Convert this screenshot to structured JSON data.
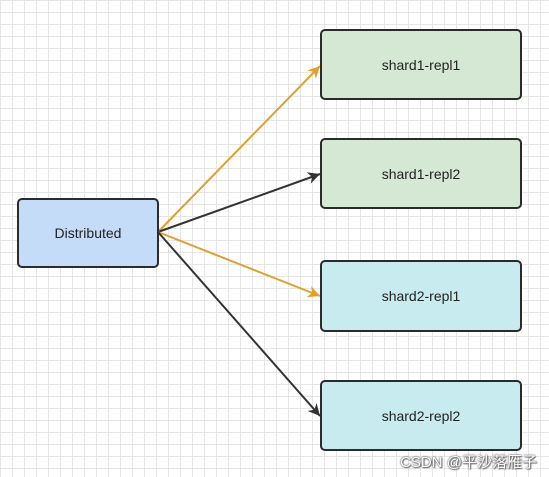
{
  "nodes": [
    {
      "id": "dist",
      "label": "Distributed",
      "color": "#c5dcf8"
    },
    {
      "id": "s1r1",
      "label": "shard1-repl1",
      "color": "#d5e8d4"
    },
    {
      "id": "s1r2",
      "label": "shard1-repl2",
      "color": "#d5e8d4"
    },
    {
      "id": "s2r1",
      "label": "shard2-repl1",
      "color": "#c8ebef"
    },
    {
      "id": "s2r2",
      "label": "shard2-repl2",
      "color": "#c8ebef"
    }
  ],
  "edges": [
    {
      "from": "dist",
      "to": "s1r1",
      "color": "#e0a030"
    },
    {
      "from": "dist",
      "to": "s1r2",
      "color": "#333333"
    },
    {
      "from": "dist",
      "to": "s2r1",
      "color": "#e0a030"
    },
    {
      "from": "dist",
      "to": "s2r2",
      "color": "#333333"
    }
  ],
  "watermark": "CSDN @平沙落雁子"
}
